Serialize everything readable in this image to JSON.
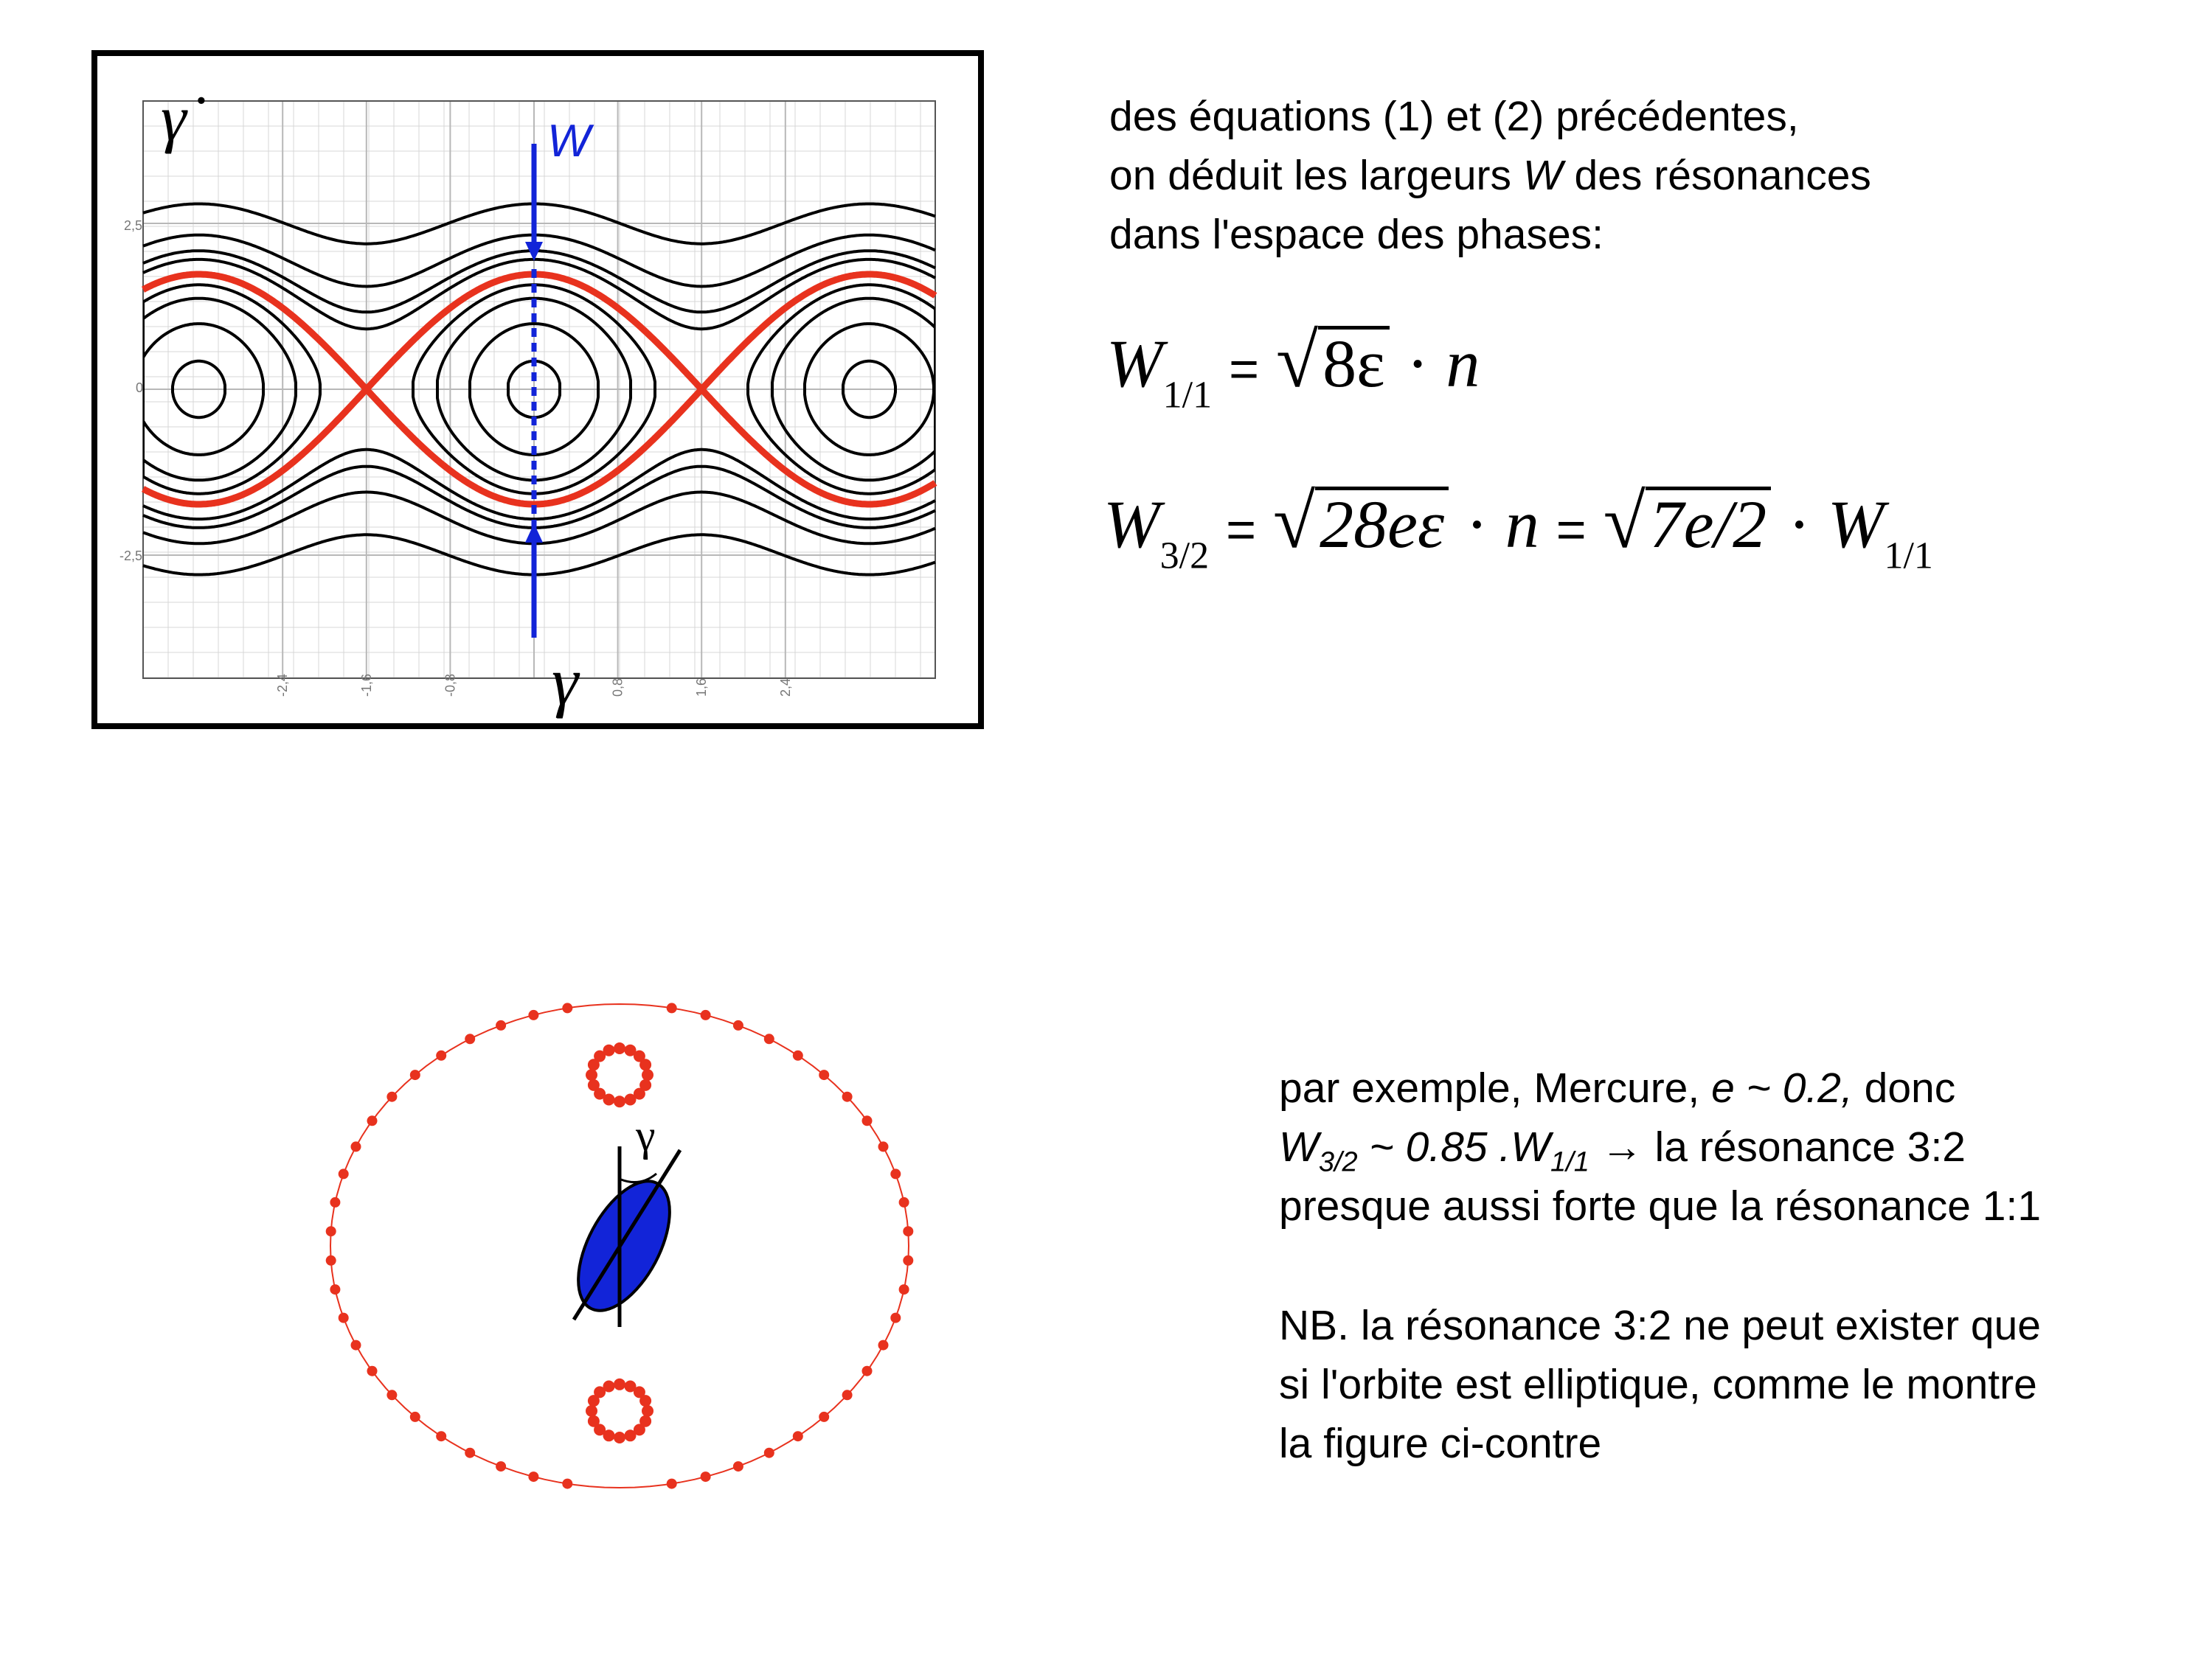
{
  "phase_plot": {
    "y_axis_label": "γ̇",
    "x_axis_label": "γ",
    "w_label": "W",
    "y_ticks": [
      "2,5",
      "0",
      "-2,5"
    ],
    "x_ticks": [
      "-2,4",
      "-1,6",
      "-0,8",
      "0,8",
      "1,6",
      "2,4"
    ],
    "colors": {
      "separatrix": "#e8321e",
      "trajectory": "#000000",
      "width_arrow": "#1224d8",
      "grid": "#d7d7d7"
    }
  },
  "intro_text": {
    "line1": "des équations (1) et (2) précédentes,",
    "line2_before": "on déduit les largeurs ",
    "line2_var": "W",
    "line2_after": " des résonances",
    "line3": "dans l'espace des phases:"
  },
  "equation1": {
    "lhs": "W",
    "lhs_sub": "1/1",
    "eq": "=",
    "radicand": "8ε",
    "dot": "·",
    "n": "n"
  },
  "equation2": {
    "lhs": "W",
    "lhs_sub": "3/2",
    "eq": "=",
    "radicand1": "28eε",
    "dot": "·",
    "n": "n",
    "eq2": "=",
    "radicand2": "7e/2",
    "rhs": "W",
    "rhs_sub": "1/1"
  },
  "orbit_figure": {
    "gamma_label": "γ",
    "colors": {
      "orbit": "#e8321e",
      "body": "#1224d8"
    }
  },
  "example_text": {
    "l1_a": "par exemple, Mercure, ",
    "l1_b": "e ~ 0.2,",
    "l1_c": " donc",
    "l2_w": "W",
    "l2_sub1": "3/2",
    "l2_mid": " ~ 0.85 .W",
    "l2_sub2": "1/1",
    "l2_arrow": " → ",
    "l2_end": "la résonance 3:2",
    "l3": "presque aussi forte que la résonance 1:1"
  },
  "nb_text": {
    "l1": "NB. la résonance 3:2 ne peut exister que",
    "l2": "si l'orbite est elliptique, comme le montre",
    "l3": "la figure ci-contre"
  }
}
